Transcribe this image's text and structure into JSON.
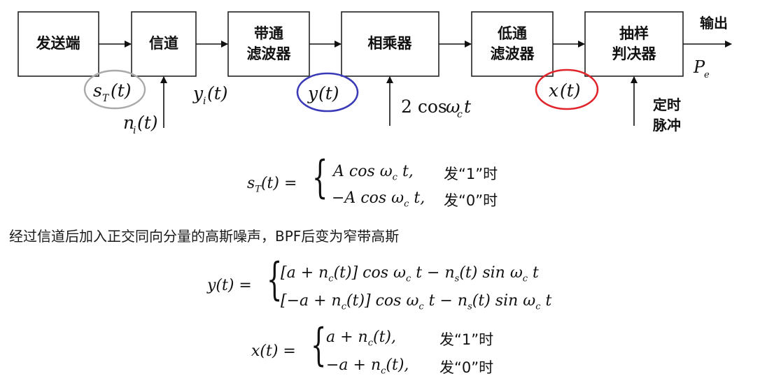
{
  "diagram": {
    "blocks": [
      {
        "id": "tx",
        "lines": [
          "发送端"
        ]
      },
      {
        "id": "channel",
        "lines": [
          "信道"
        ]
      },
      {
        "id": "bpf",
        "lines": [
          "带通",
          "滤波器"
        ]
      },
      {
        "id": "mult",
        "lines": [
          "相乘器"
        ]
      },
      {
        "id": "lpf",
        "lines": [
          "低通",
          "滤波器"
        ]
      },
      {
        "id": "sampler",
        "lines": [
          "抽样",
          "判决器"
        ]
      }
    ],
    "output_label": "输出",
    "pe_label": "P",
    "pe_sub": "e",
    "timing_label": [
      "定时",
      "脉冲"
    ],
    "signals": {
      "sT": {
        "base": "s",
        "sub": "T",
        "arg": "(t)",
        "circle_color": "#aaaaaa"
      },
      "ni": {
        "base": "n",
        "sub": "i",
        "arg": "(t)"
      },
      "yi": {
        "base": "y",
        "sub": "i",
        "arg": "(t)"
      },
      "y": {
        "base": "y",
        "arg": "(t)",
        "circle_color": "#3a3ab8"
      },
      "x": {
        "base": "x",
        "arg": "(t)",
        "circle_color": "#e0242a"
      },
      "carrier": {
        "coef": "2 cos ",
        "omega": "ω",
        "sub": "c",
        "t": "t"
      }
    }
  },
  "equations": {
    "sT": {
      "lhs": "s_T(t) =",
      "cases": [
        {
          "expr": "A cos ω_c t,",
          "note": "发“1”时"
        },
        {
          "expr": "−A cos ω_c t,",
          "note": "发“0”时"
        }
      ]
    },
    "paragraph": "经过信道后加入正交同向分量的高斯噪声，BPF后变为窄带高斯",
    "y": {
      "lhs": "y(t) =",
      "cases": [
        {
          "expr": "[a + n_c(t)] cos ω_c t − n_s(t) sin ω_c t"
        },
        {
          "expr": "[−a + n_c(t)] cos ω_c t − n_s(t) sin ω_c t"
        }
      ]
    },
    "x": {
      "lhs": "x(t) =",
      "cases": [
        {
          "expr": "a + n_c(t),",
          "note": "发“1”时"
        },
        {
          "expr": "−a + n_c(t),",
          "note": "发“0”时"
        }
      ]
    }
  }
}
